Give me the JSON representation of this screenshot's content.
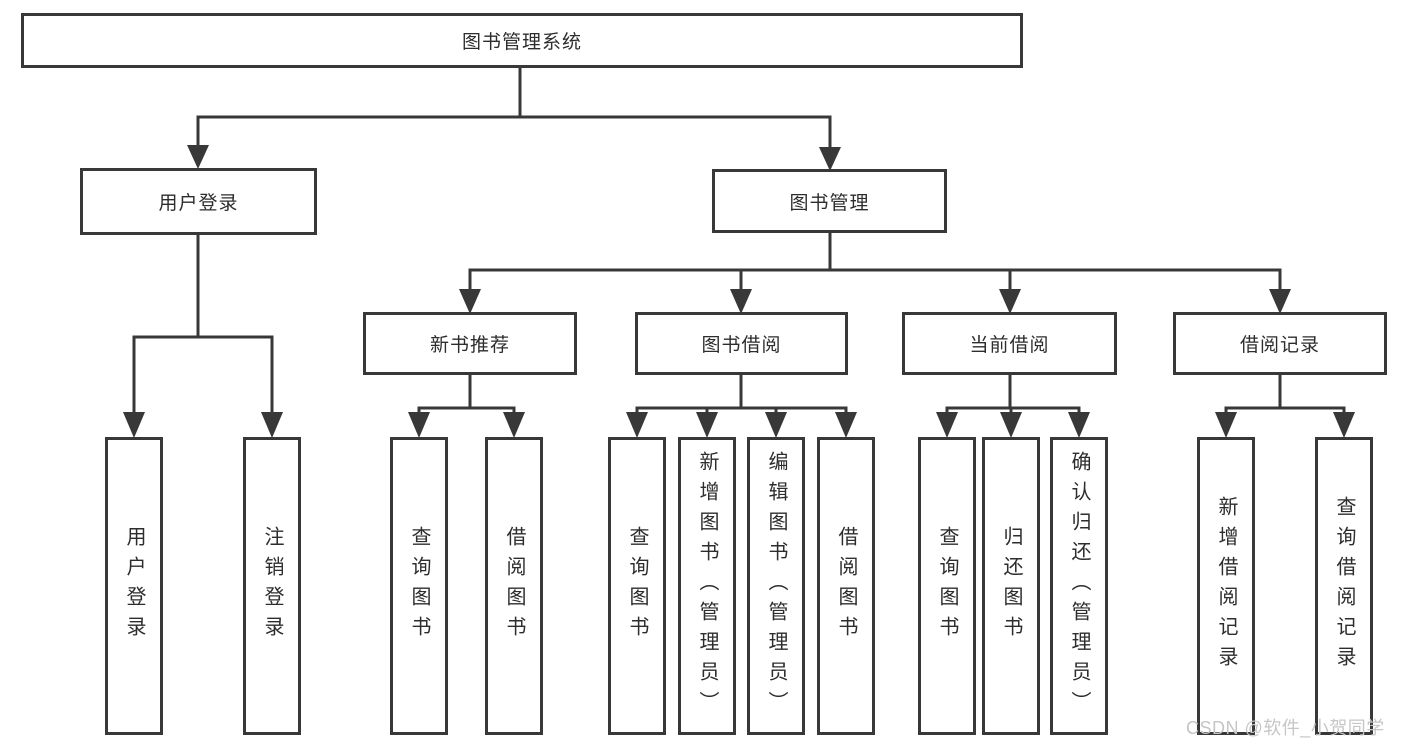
{
  "diagram": {
    "type": "tree-structure-diagram",
    "nodes": {
      "root": {
        "label": "图书管理系统"
      },
      "level2": [
        {
          "label": "用户登录",
          "parent": "图书管理系统"
        },
        {
          "label": "图书管理",
          "parent": "图书管理系统"
        }
      ],
      "level3": [
        {
          "label": "新书推荐",
          "parent": "图书管理"
        },
        {
          "label": "图书借阅",
          "parent": "图书管理"
        },
        {
          "label": "当前借阅",
          "parent": "图书管理"
        },
        {
          "label": "借阅记录",
          "parent": "图书管理"
        }
      ],
      "leaves": [
        {
          "label": "用户登录",
          "parent": "用户登录"
        },
        {
          "label": "注销登录",
          "parent": "用户登录"
        },
        {
          "label": "查询图书",
          "parent": "新书推荐"
        },
        {
          "label": "借阅图书",
          "parent": "新书推荐"
        },
        {
          "label": "查询图书",
          "parent": "图书借阅"
        },
        {
          "label": "新增图书（管理员）",
          "parent": "图书借阅"
        },
        {
          "label": "编辑图书（管理员）",
          "parent": "图书借阅"
        },
        {
          "label": "借阅图书",
          "parent": "图书借阅"
        },
        {
          "label": "查询图书",
          "parent": "当前借阅"
        },
        {
          "label": "归还图书",
          "parent": "当前借阅"
        },
        {
          "label": "确认归还（管理员）",
          "parent": "当前借阅"
        },
        {
          "label": "新增借阅记录",
          "parent": "借阅记录"
        },
        {
          "label": "查询借阅记录",
          "parent": "借阅记录"
        }
      ]
    },
    "colors": {
      "line": "#383838",
      "text": "#2d2d2d",
      "background": "#ffffff",
      "watermark_text_color": "#c6c6c6"
    }
  },
  "watermark": "CSDN @软件_小贺同学"
}
